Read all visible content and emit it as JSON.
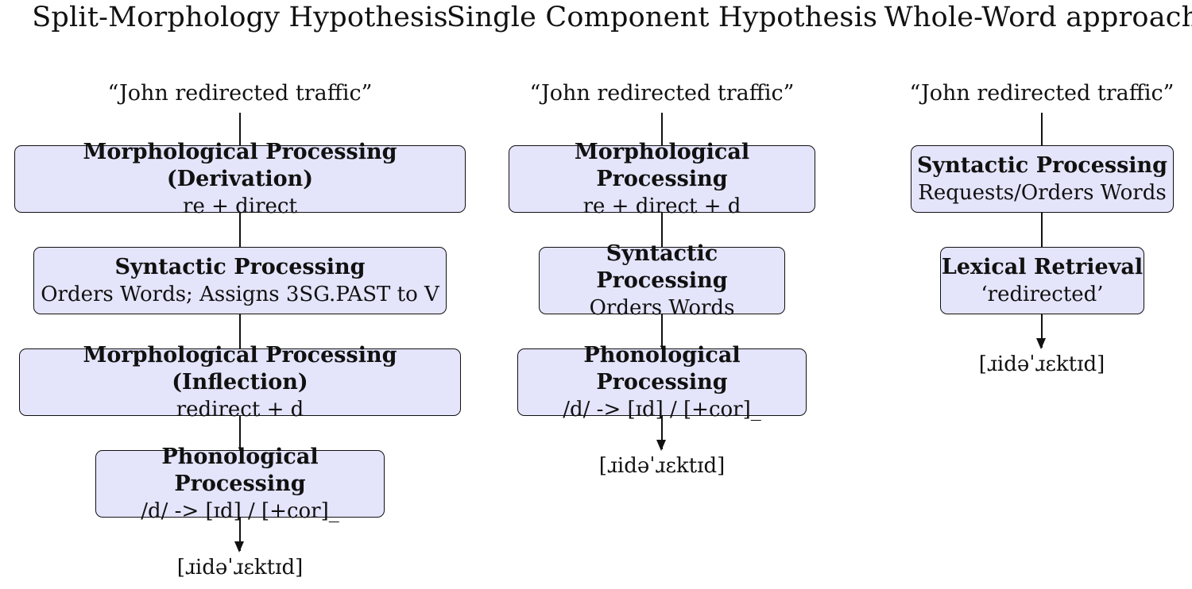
{
  "columns": [
    {
      "title": "Split-Morphology Hypothesis",
      "input": "“John redirected traffic”",
      "boxes": [
        {
          "title": "Morphological Processing (Derivation)",
          "sub": "re + direct"
        },
        {
          "title": "Syntactic Processing",
          "sub": "Orders Words; Assigns 3SG.PAST to V"
        },
        {
          "title": "Morphological Processing (Inflection)",
          "sub": "redirect + d"
        },
        {
          "title": "Phonological Processing",
          "sub": "/d/ -> [ɪd] / [+cor]_"
        }
      ],
      "output": "[ɹidəˈɹɛktɪd]"
    },
    {
      "title": "Single Component Hypothesis",
      "input": "“John redirected traffic”",
      "boxes": [
        {
          "title": "Morphological Processing",
          "sub": "re + direct + d"
        },
        {
          "title": "Syntactic Processing",
          "sub": "Orders Words"
        },
        {
          "title": "Phonological Processing",
          "sub": "/d/ -> [ɪd] / [+cor]_"
        }
      ],
      "output": "[ɹidəˈɹɛktɪd]"
    },
    {
      "title": "Whole-Word approach",
      "input": "“John redirected traffic”",
      "boxes": [
        {
          "title": "Syntactic Processing",
          "sub": "Requests/Orders Words"
        },
        {
          "title": "Lexical Retrieval",
          "sub": "‘redirected’"
        }
      ],
      "output": "[ɹidəˈɹɛktɪd]"
    }
  ],
  "colors": {
    "box_fill": "#e4e4fb",
    "stroke": "#111111"
  }
}
